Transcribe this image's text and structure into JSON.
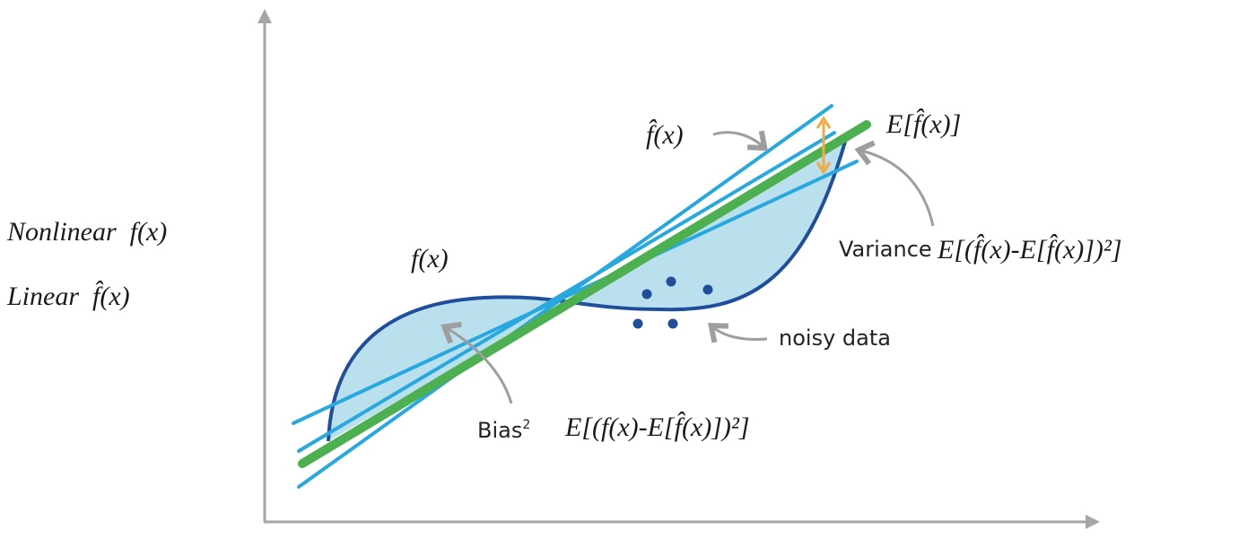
{
  "legend": {
    "nonlinear": "Nonlinear  f(x)",
    "linear": "Linear  f̂(x)"
  },
  "labels": {
    "fhat": "f̂(x)",
    "expected_fhat": "E[f̂(x)]",
    "fx": "f(x)",
    "variance_word": "Variance",
    "variance_formula": "E[(f̂(x)-E[f̂(x)])²]",
    "noisy_data": "noisy data",
    "bias_word": "Bias",
    "bias_sup": "2",
    "bias_formula": "E[(f(x)-E[f̂(x)])²]"
  },
  "colors": {
    "axis": "#a6a6a6",
    "true_function": "#1f4e9c",
    "fill": "#b9e0ec",
    "linear_fits": "#29a8e0",
    "expected_fit": "#4caf50",
    "variance_arrow": "#f4a93b",
    "annotation_arrow": "#9e9e9e"
  }
}
